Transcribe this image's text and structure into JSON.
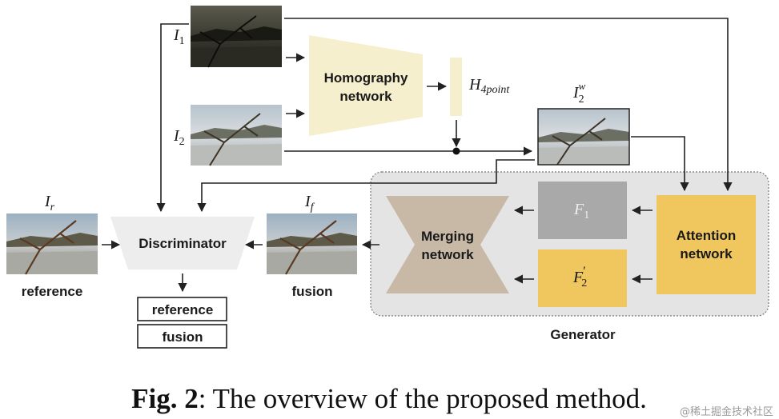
{
  "diagram": {
    "nodes": {
      "homography": {
        "line1": "Homography",
        "line2": "network"
      },
      "h4point": {
        "main": "H",
        "sub": "4point"
      },
      "i1": {
        "main": "I",
        "sub": "1"
      },
      "i2": {
        "main": "I",
        "sub": "2"
      },
      "i2w": {
        "main": "I",
        "sub": "2",
        "sup": "w"
      },
      "ir": {
        "main": "I",
        "sub": "r"
      },
      "if": {
        "main": "I",
        "sub": "f"
      },
      "f1": {
        "main": "F",
        "sub": "1"
      },
      "f2": {
        "main": "F",
        "sub": "2",
        "prime": "′"
      },
      "discriminator": {
        "label": "Discriminator"
      },
      "merging": {
        "line1": "Merging",
        "line2": "network"
      },
      "attention": {
        "line1": "Attention",
        "line2": "network"
      },
      "generator": {
        "label": "Generator"
      }
    },
    "image_labels": {
      "reference": "reference",
      "fusion": "fusion"
    },
    "outputs": [
      "reference",
      "fusion"
    ],
    "colors": {
      "homography_fill": "#f5efce",
      "discriminator_fill": "#ededed",
      "merging_fill": "#c8b8a6",
      "attention_fill": "#f0c65e",
      "f1_fill": "#a9a9a9",
      "f2_fill": "#f0c65e",
      "generator_bg": "#e4e4e4"
    }
  },
  "caption": {
    "fig": "Fig. 2",
    "text": ": The overview of the proposed method."
  },
  "watermark": "@稀土掘金技术社区"
}
